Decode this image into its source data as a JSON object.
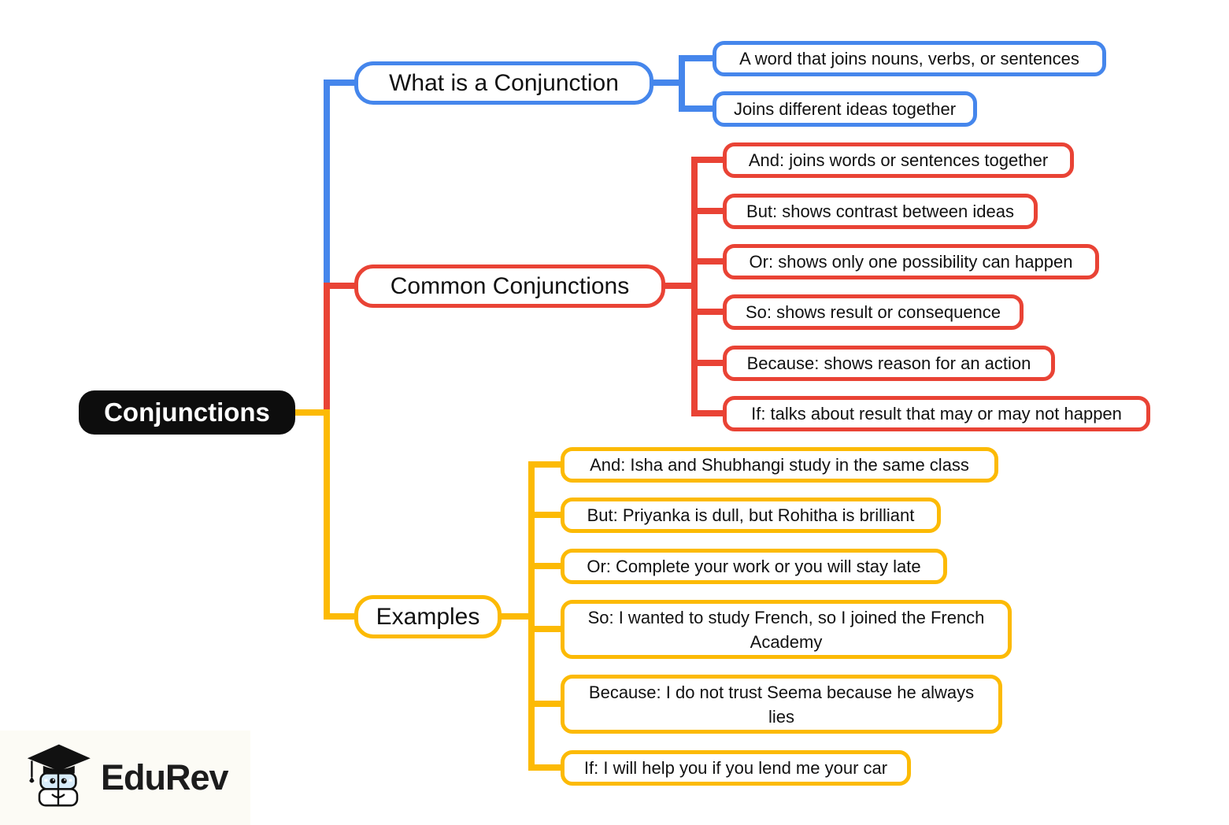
{
  "root": {
    "label": "Conjunctions"
  },
  "branches": [
    {
      "label": "What is a Conjunction",
      "color": "#4586ec",
      "children": [
        {
          "label": "A word that joins nouns, verbs, or sentences"
        },
        {
          "label": "Joins different ideas together"
        }
      ]
    },
    {
      "label": "Common Conjunctions",
      "color": "#e94335",
      "children": [
        {
          "label": "And: joins words or sentences together"
        },
        {
          "label": "But: shows contrast between ideas"
        },
        {
          "label": "Or: shows only one possibility can happen"
        },
        {
          "label": "So: shows result or consequence"
        },
        {
          "label": "Because: shows reason for an action"
        },
        {
          "label": "If: talks about result that may or may not happen"
        }
      ]
    },
    {
      "label": "Examples",
      "color": "#fcba04",
      "children": [
        {
          "label": "And: Isha and Shubhangi study in the same class"
        },
        {
          "label": "But: Priyanka is dull, but Rohitha is brilliant"
        },
        {
          "label": "Or: Complete your work or you will stay late"
        },
        {
          "label": "So: I wanted to study French, so I joined the French Academy"
        },
        {
          "label": "Because: I do not trust Seema because he always lies"
        },
        {
          "label": "If: I will help you if you lend me your car"
        }
      ]
    }
  ],
  "logo": {
    "brand": "EduRev"
  },
  "colors": {
    "blue": "#4586ec",
    "red": "#e94335",
    "yellow": "#fcba04",
    "node_bg": "#0d0d0d",
    "background": "#ffffff"
  }
}
